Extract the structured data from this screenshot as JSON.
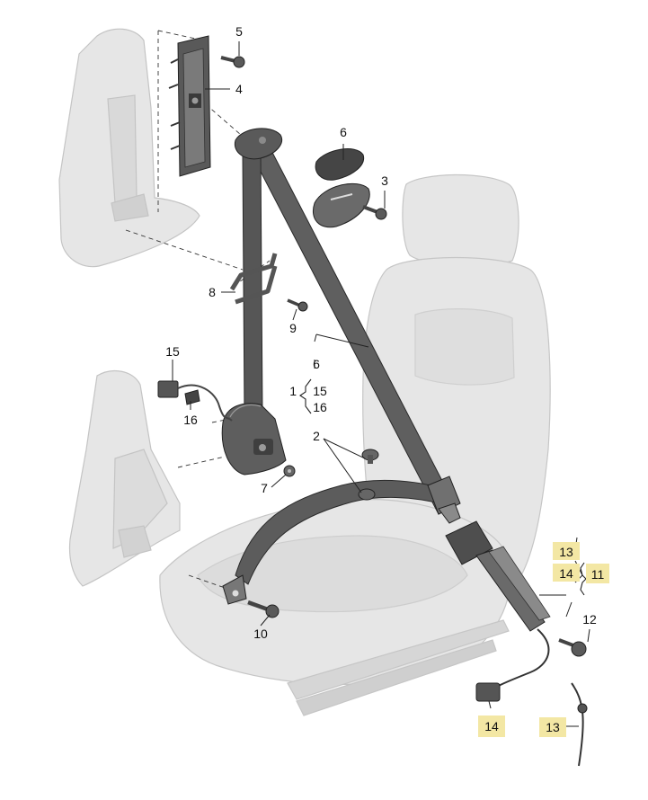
{
  "diagram": {
    "type": "exploded-parts-diagram",
    "colors": {
      "background": "#ffffff",
      "ghost_fill": "#e6e6e6",
      "ghost_stroke": "#c4c4c4",
      "part_dark": "#4a4a4a",
      "part_mid": "#6e6e6e",
      "highlight": "#f3e7a4"
    },
    "callouts": {
      "c1": {
        "text": "1"
      },
      "c2": {
        "text": "2"
      },
      "c3": {
        "text": "3"
      },
      "c4": {
        "text": "4"
      },
      "c5": {
        "text": "5"
      },
      "c6a": {
        "text": "6"
      },
      "c6b": {
        "text": "6"
      },
      "c7": {
        "text": "7"
      },
      "c8": {
        "text": "8"
      },
      "c9": {
        "text": "9"
      },
      "c10": {
        "text": "10"
      },
      "c11": {
        "text": "11"
      },
      "c12": {
        "text": "12"
      },
      "c13a": {
        "text": "13"
      },
      "c13b": {
        "text": "13"
      },
      "c14a": {
        "text": "14"
      },
      "c14b": {
        "text": "14"
      },
      "c15a": {
        "text": "15"
      },
      "c15b": {
        "text": "15"
      },
      "c16a": {
        "text": "16"
      },
      "c16b": {
        "text": "16"
      }
    }
  }
}
